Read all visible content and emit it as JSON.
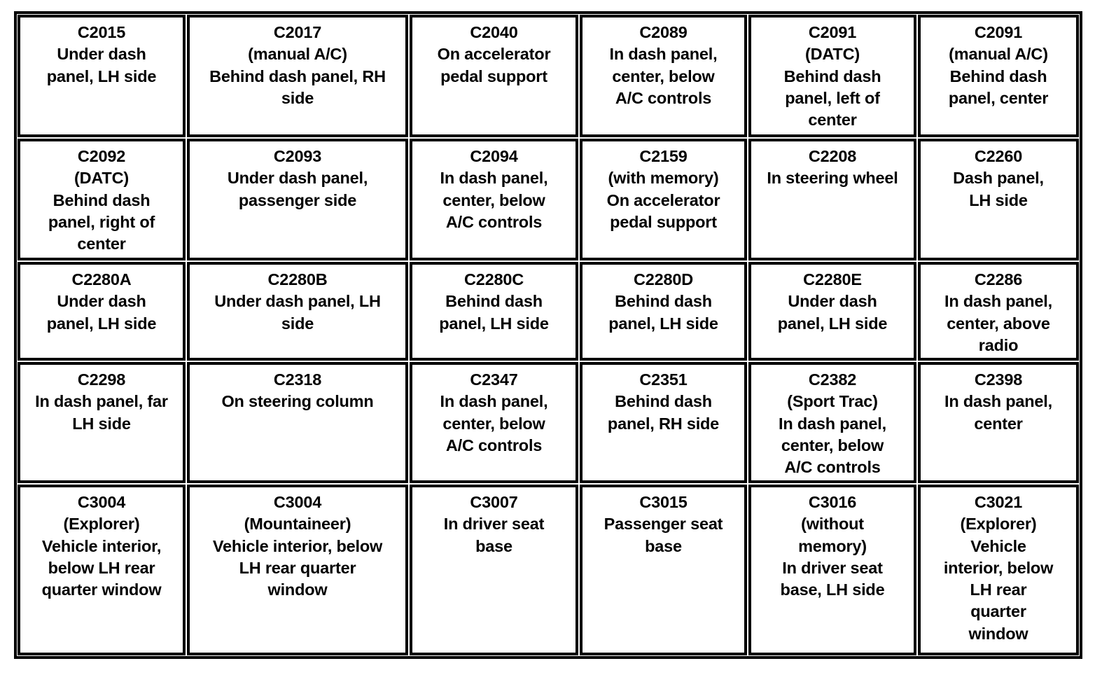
{
  "document": {
    "type": "connector-location-table",
    "columns": 6,
    "rows": 5,
    "text_color": "#000000",
    "background_color": "#ffffff",
    "border_color": "#000000"
  },
  "cells": [
    {
      "id": "C2015",
      "location": "Under dash\npanel, LH side"
    },
    {
      "id": "C2017",
      "location": "(manual A/C)\nBehind dash panel, RH\nside"
    },
    {
      "id": "C2040",
      "location": "On accelerator\npedal support"
    },
    {
      "id": "C2089",
      "location": "In dash panel,\ncenter, below\nA/C controls"
    },
    {
      "id": "C2091",
      "location": "(DATC)\nBehind dash\npanel, left of\ncenter"
    },
    {
      "id": "C2091",
      "location": "(manual A/C)\nBehind dash\npanel, center"
    },
    {
      "id": "C2092",
      "location": "(DATC)\nBehind dash\npanel, right of\ncenter"
    },
    {
      "id": "C2093",
      "location": "Under dash panel,\npassenger side"
    },
    {
      "id": "C2094",
      "location": "In dash panel,\ncenter, below\nA/C controls"
    },
    {
      "id": "C2159",
      "location": "(with memory)\nOn accelerator\npedal support"
    },
    {
      "id": "C2208",
      "location": "In steering wheel"
    },
    {
      "id": "C2260",
      "location": "Dash panel,\nLH side"
    },
    {
      "id": "C2280A",
      "location": "Under dash\npanel, LH side"
    },
    {
      "id": "C2280B",
      "location": "Under dash panel, LH\nside"
    },
    {
      "id": "C2280C",
      "location": "Behind dash\npanel, LH side"
    },
    {
      "id": "C2280D",
      "location": "Behind dash\npanel, LH side"
    },
    {
      "id": "C2280E",
      "location": "Under dash\npanel, LH side"
    },
    {
      "id": "C2286",
      "location": "In dash panel,\ncenter, above\nradio"
    },
    {
      "id": "C2298",
      "location": "In dash panel, far\nLH side"
    },
    {
      "id": "C2318",
      "location": "On steering column"
    },
    {
      "id": "C2347",
      "location": "In dash panel,\ncenter, below\nA/C controls"
    },
    {
      "id": "C2351",
      "location": "Behind dash\npanel, RH side"
    },
    {
      "id": "C2382",
      "location": "(Sport Trac)\nIn dash panel,\ncenter, below\nA/C controls"
    },
    {
      "id": "C2398",
      "location": "In dash panel,\ncenter"
    },
    {
      "id": "C3004",
      "location": "(Explorer)\nVehicle interior,\nbelow LH rear\nquarter window"
    },
    {
      "id": "C3004",
      "location": "(Mountaineer)\nVehicle interior, below\nLH rear quarter\nwindow"
    },
    {
      "id": "C3007",
      "location": "In driver seat\nbase"
    },
    {
      "id": "C3015",
      "location": "Passenger seat\nbase"
    },
    {
      "id": "C3016",
      "location": "(without\nmemory)\nIn driver seat\nbase, LH side"
    },
    {
      "id": "C3021",
      "location": "(Explorer)\nVehicle\ninterior, below\nLH rear\nquarter\nwindow"
    }
  ]
}
